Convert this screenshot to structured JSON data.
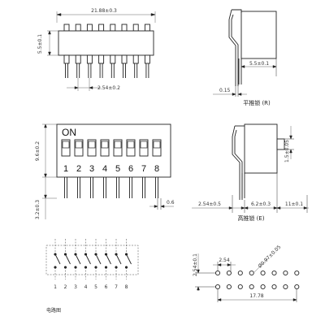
{
  "dimensions": {
    "top_width": "21.88±0.3",
    "top_height": "5.5±0.1",
    "pitch_top": "2.54±0.2",
    "side_r_width": "5.5±0.1",
    "side_r_thick": "0.15",
    "front_height": "9.6±0.2",
    "front_pin": "3.2±0.3",
    "front_pin_width": "0.6",
    "side_e_tab": "1.5±0.05",
    "side_e_left": "2.54±0.5",
    "side_e_mid": "6.2±0.3",
    "side_e_right": "11±0.1",
    "pcb_v": "2.54±0.1",
    "pcb_h": "2.54",
    "pcb_hole": "Ø0.97±0.05",
    "pcb_total": "17.78"
  },
  "labels": {
    "side_r": "平推锁 (R)",
    "side_e": "高推锁 (E)",
    "circuit": "电路图",
    "on": "ON"
  },
  "switch_numbers": [
    "1",
    "2",
    "3",
    "4",
    "5",
    "6",
    "7",
    "8"
  ],
  "circuit_numbers": [
    "1",
    "2",
    "3",
    "4",
    "5",
    "6",
    "7",
    "8"
  ]
}
